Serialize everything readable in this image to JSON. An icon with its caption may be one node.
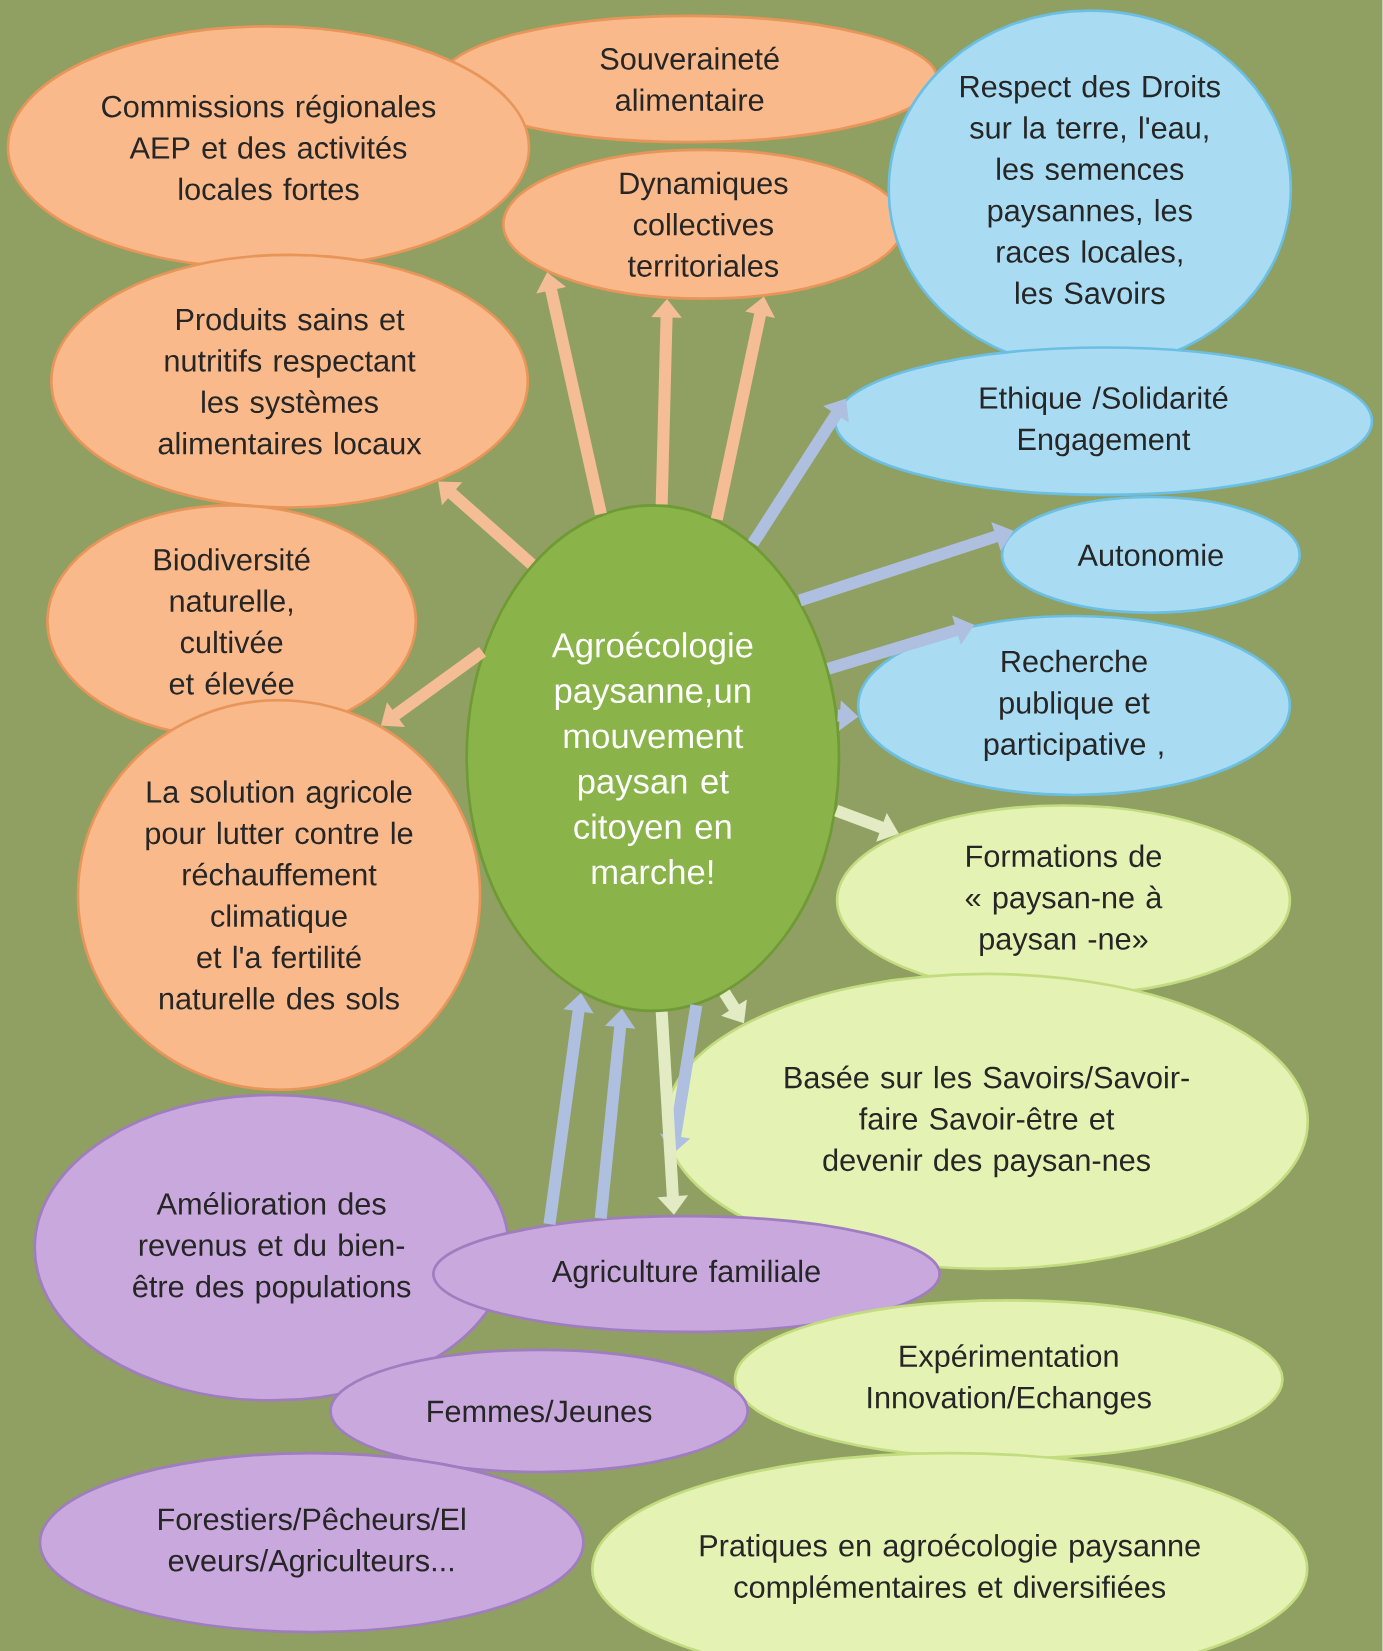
{
  "diagram": {
    "nodes": [
      {
        "text": [
          "Agroécologie paysanne,un mouvement paysan et citoyen en marche!"
        ]
      },
      {
        "text": [
          "Commissions régionales AEP et des activités locales fortes"
        ]
      },
      {
        "text": [
          "Souveraineté alimentaire"
        ]
      },
      {
        "text": [
          "Dynamiques collectives territoriales"
        ]
      },
      {
        "text": [
          "Respect des Droits sur la terre, l'eau, les semences paysannes, les races locales, les Savoirs"
        ]
      },
      {
        "text": [
          "Produits sains et nutritifs respectant les systèmes alimentaires locaux"
        ]
      },
      {
        "text": [
          "Ethique /Solidarité Engagement"
        ]
      },
      {
        "text": [
          "Biodiversité naturelle, cultivée et élevée"
        ]
      },
      {
        "text": [
          "Autonomie"
        ]
      },
      {
        "text": [
          "Recherche publique et participative ,"
        ]
      },
      {
        "text": [
          "La solution agricole pour lutter contre le réchauffement climatique et l'a fertilité naturelle des sols"
        ]
      },
      {
        "text": [
          "Formations de « paysan-ne à paysan -ne»"
        ]
      },
      {
        "text": [
          "Basée sur les Savoirs/Savoir-faire Savoir-être et devenir des paysan-nes"
        ]
      },
      {
        "text": [
          "Amélioration des revenus et du bien-être des populations"
        ]
      },
      {
        "text": [
          "Agriculture familiale"
        ]
      },
      {
        "text": [
          "Expérimentation Innovation/Echanges"
        ]
      },
      {
        "text": [
          "Femmes/Jeunes"
        ]
      },
      {
        "text": [
          "Forestiers/Pêcheurs/El eveurs/Agriculteurs..."
        ]
      },
      {
        "text": [
          "Pratiques en agroécologie paysanne complémentaires et diversifiées"
        ]
      }
    ],
    "edges": [
      {
        "from": 0,
        "to": 3,
        "arrow": "to"
      },
      {
        "from": 0,
        "to": 3,
        "arrow": "to"
      },
      {
        "from": 0,
        "to": 3,
        "arrow": "to"
      },
      {
        "from": 0,
        "to": 5,
        "arrow": "to"
      },
      {
        "from": 0,
        "to": 10,
        "arrow": "to"
      },
      {
        "from": 0,
        "to": 6,
        "arrow": "to",
        "color": "#aebfe0"
      },
      {
        "from": 0,
        "to": 8,
        "arrow": "to",
        "color": "#aebfe0"
      },
      {
        "from": 0,
        "to": 9,
        "arrow": "to",
        "color": "#aebfe0"
      },
      {
        "from": 0,
        "to": 9,
        "arrow": "to",
        "color": "#aebfe0"
      },
      {
        "from": 0,
        "to": 11,
        "arrow": "to",
        "color": "#e3ebc4"
      },
      {
        "from": 0,
        "to": 12,
        "arrow": "to",
        "color": "#e3ebc4"
      },
      {
        "from": 0,
        "to": 12,
        "arrow": "to",
        "color": "#aebfe0"
      },
      {
        "from": 14,
        "to": 0,
        "arrow": "to",
        "color": "#aebfe0"
      },
      {
        "from": 14,
        "to": 0,
        "arrow": "to",
        "color": "#aebfe0"
      },
      {
        "from": 0,
        "to": 14,
        "arrow": "to",
        "color": "#e3ebc4"
      }
    ]
  }
}
